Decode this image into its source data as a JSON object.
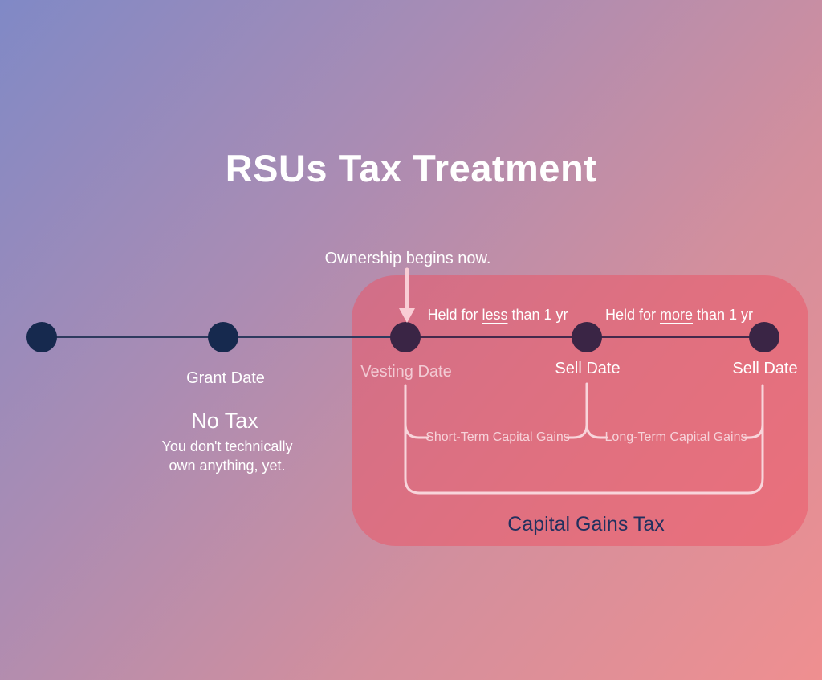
{
  "title": "RSUs Tax Treatment",
  "annotation": {
    "ownership": "Ownership begins now."
  },
  "timeline": {
    "held_less": {
      "prefix": "Held for ",
      "word": "less",
      "suffix": " than 1 yr"
    },
    "held_more": {
      "prefix": "Held for ",
      "word": "more",
      "suffix": " than 1 yr"
    },
    "labels": {
      "grant": "Grant Date",
      "vesting": "Vesting Date",
      "sell1": "Sell Date",
      "sell2": "Sell Date"
    },
    "dots": [
      "grant-precursor",
      "grant",
      "vesting",
      "sell-short",
      "sell-long"
    ]
  },
  "no_tax": {
    "heading": "No Tax",
    "line1": "You don't technically",
    "line2": "own anything, yet."
  },
  "capital_gains": {
    "short_label": "Short-Term Capital Gains",
    "long_label": "Long-Term Capital Gains",
    "total_label": "Capital Gains Tax"
  },
  "colors": {
    "background_start": "#8089c6",
    "background_mid1": "#a98cb4",
    "background_mid2": "#d38f9d",
    "background_end": "#ef8f90",
    "box_fill": "rgba(235,84,101,0.52)",
    "dot_navy": "#16294e",
    "dot_plum": "#3a2545",
    "line_navy": "#2e3a5e",
    "line_plum": "#44294b",
    "bracket": "#f8d5db",
    "arrow": "#f9cdd5",
    "vesting_label": "#f2cbd4",
    "gains_label": "#f6d2d9",
    "navy_text": "#22305e",
    "white_text": "#ffffff"
  }
}
